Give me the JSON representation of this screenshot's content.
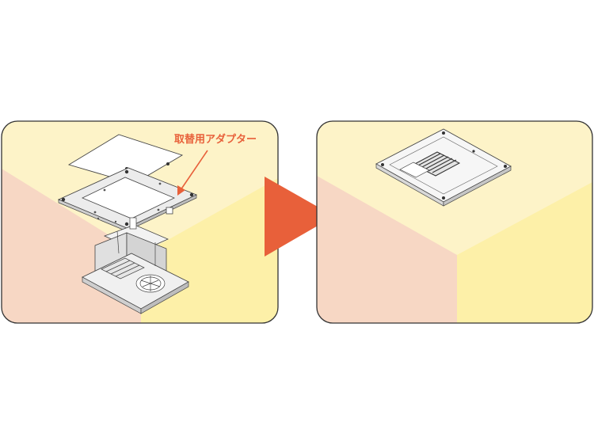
{
  "callout": {
    "label": "取替用アダプター",
    "color": "#e8603a"
  },
  "colors": {
    "ceiling": "#fdf3c8",
    "wall_left": "#f7d7c4",
    "wall_right": "#fdf0a8",
    "border": "#333333",
    "arrow": "#e8603a"
  },
  "panels": [
    {
      "name": "before-installation"
    },
    {
      "name": "after-installation"
    }
  ]
}
